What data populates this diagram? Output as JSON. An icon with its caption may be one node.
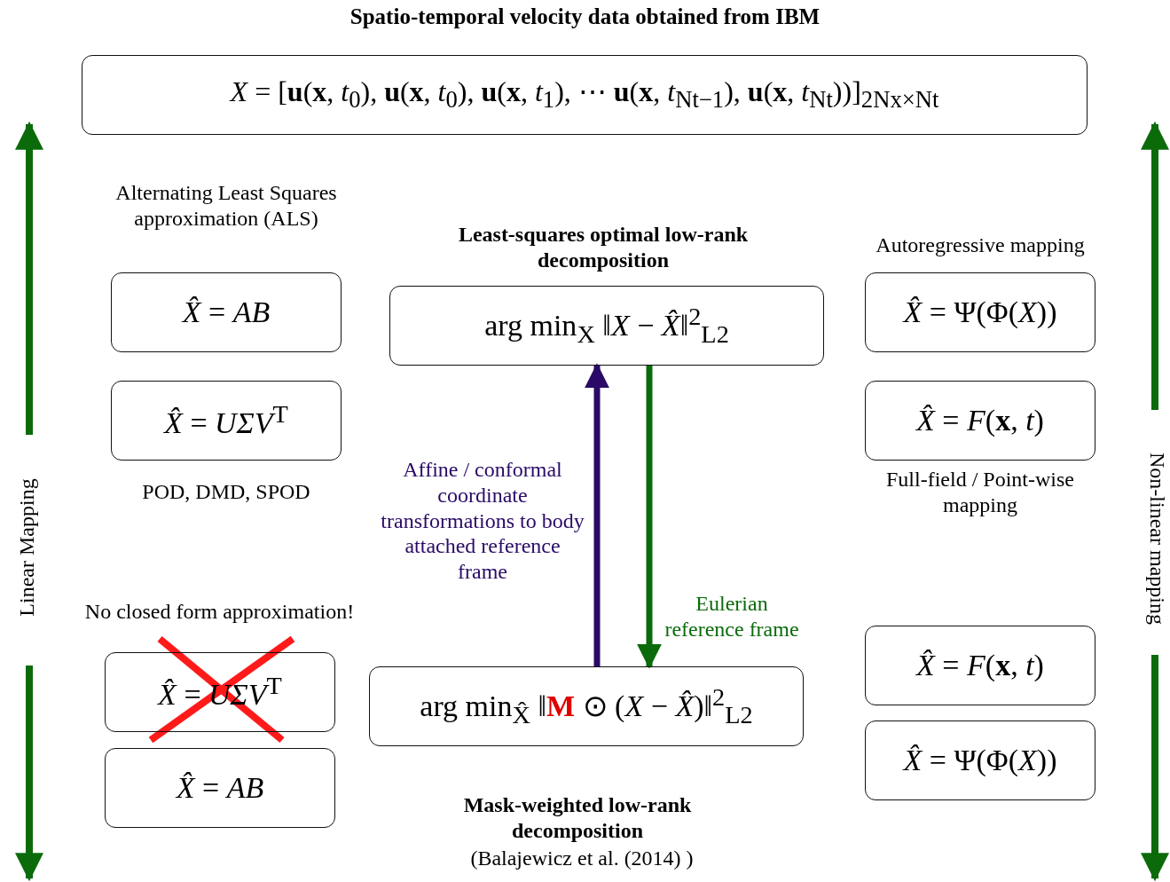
{
  "diagram": {
    "title": "Spatio-temporal velocity data obtained from IBM",
    "nodes": [
      {
        "text": [
          "*X* = [**u**(**x**, *t*$_{0}$), **u**(**x**, *t*$_{0}$), **u**(**x**, *t*$_{1}$), ⋯ **u**(**x**, *t*$_{Nt−1}$), **u**(**x**, *t*$_{Nt}$))]$_{2Nx×Nt}$"
        ]
      },
      {
        "text": [
          "Alternating Least Squares approximation (ALS)",
          "*X̂* = *AB*"
        ]
      },
      {
        "text": [
          "*X̂* = *UΣV*$^{T}$"
        ],
        "beside": [
          "POD, DMD, SPOD"
        ]
      },
      {
        "text": [
          "Least-squares optimal low-rank decomposition",
          "arg min$_{X}$ ‖*X* − *X̂*‖$^{2}$$_{L2}$"
        ]
      },
      {
        "text": [
          "Autoregressive mapping",
          "*X̂* = Ψ(Φ(*X*))"
        ]
      },
      {
        "text": [
          "*X̂* = *F*(**x**, *t*)"
        ],
        "beside": [
          "Full-field / Point-wise mapping"
        ]
      },
      {
        "text": [
          "No closed form approximation!",
          "*X̂* = *UΣV*$^{T}$"
        ]
      },
      {
        "text": [
          "*X̂* = *AB*"
        ]
      },
      {
        "text": [
          "arg min$_{X̂}$ ‖**M** ⊙ (*X* − *X̂*)‖$^{2}$$_{L2}$",
          "Mask-weighted low-rank decomposition",
          "(Balajewicz et al. (2014) )"
        ]
      },
      {
        "text": [
          "*X̂* = *F*(**x**, *t*)"
        ]
      },
      {
        "text": [
          "*X̂* = Ψ(Φ(*X*))"
        ]
      }
    ],
    "edges": [
      {
        "from": 8,
        "to": 3,
        "arrow": "to",
        "label": "Affine / conformal coordinate transformations to body attached reference frame",
        "color": "#2a0a66"
      },
      {
        "from": 3,
        "to": 8,
        "arrow": "to",
        "label": "Eulerian reference frame",
        "color": "#0b6b0b"
      }
    ],
    "labels": [
      "Linear Mapping",
      "Non-linear mapping"
    ]
  }
}
